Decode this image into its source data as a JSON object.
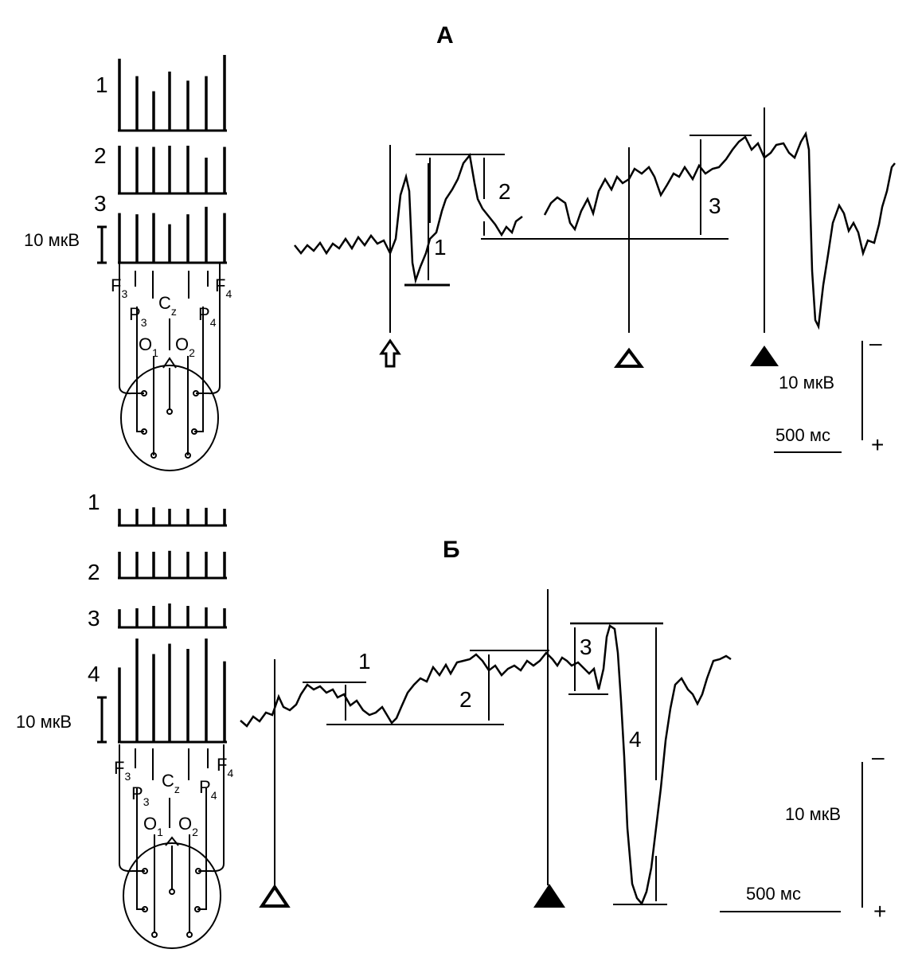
{
  "panels": {
    "A": {
      "title": "А",
      "rows": [
        "1",
        "2",
        "3"
      ],
      "bar_heights": [
        [
          0.95,
          0.72,
          0.52,
          0.78,
          0.66,
          0.72,
          1.0
        ],
        [
          0.8,
          0.78,
          0.78,
          0.8,
          0.8,
          0.6,
          0.78
        ],
        [
          0.8,
          0.78,
          0.8,
          0.62,
          0.78,
          0.9,
          0.8
        ]
      ],
      "scale_label": "10 мкВ",
      "electrodes": {
        "F3": "F",
        "F3_sub": "3",
        "F4": "F",
        "F4_sub": "4",
        "P3": "P",
        "P3_sub": "3",
        "P4": "P",
        "P4_sub": "4",
        "Cz": "C",
        "Cz_sub": "z",
        "O1": "O",
        "O1_sub": "1",
        "O2": "O",
        "O2_sub": "2"
      },
      "components": [
        "1",
        "2",
        "3"
      ],
      "amp_scale": "10 мкВ",
      "time_scale": "500 мс",
      "neg": "–",
      "pos": "+"
    },
    "B": {
      "title": "Б",
      "rows": [
        "1",
        "2",
        "3",
        "4"
      ],
      "bar_heights": [
        [
          0.35,
          0.35,
          0.38,
          0.35,
          0.35,
          0.37,
          0.35
        ],
        [
          0.55,
          0.55,
          0.55,
          0.57,
          0.55,
          0.55,
          0.55
        ],
        [
          0.38,
          0.4,
          0.45,
          0.5,
          0.45,
          0.42,
          0.4
        ],
        [
          0.72,
          1.0,
          0.85,
          0.95,
          0.9,
          1.0,
          0.78
        ]
      ],
      "scale_label": "10 мкВ",
      "components": [
        "1",
        "2",
        "3",
        "4"
      ],
      "amp_scale": "10 мкВ",
      "time_scale": "500 мс",
      "neg": "–",
      "pos": "+"
    }
  }
}
